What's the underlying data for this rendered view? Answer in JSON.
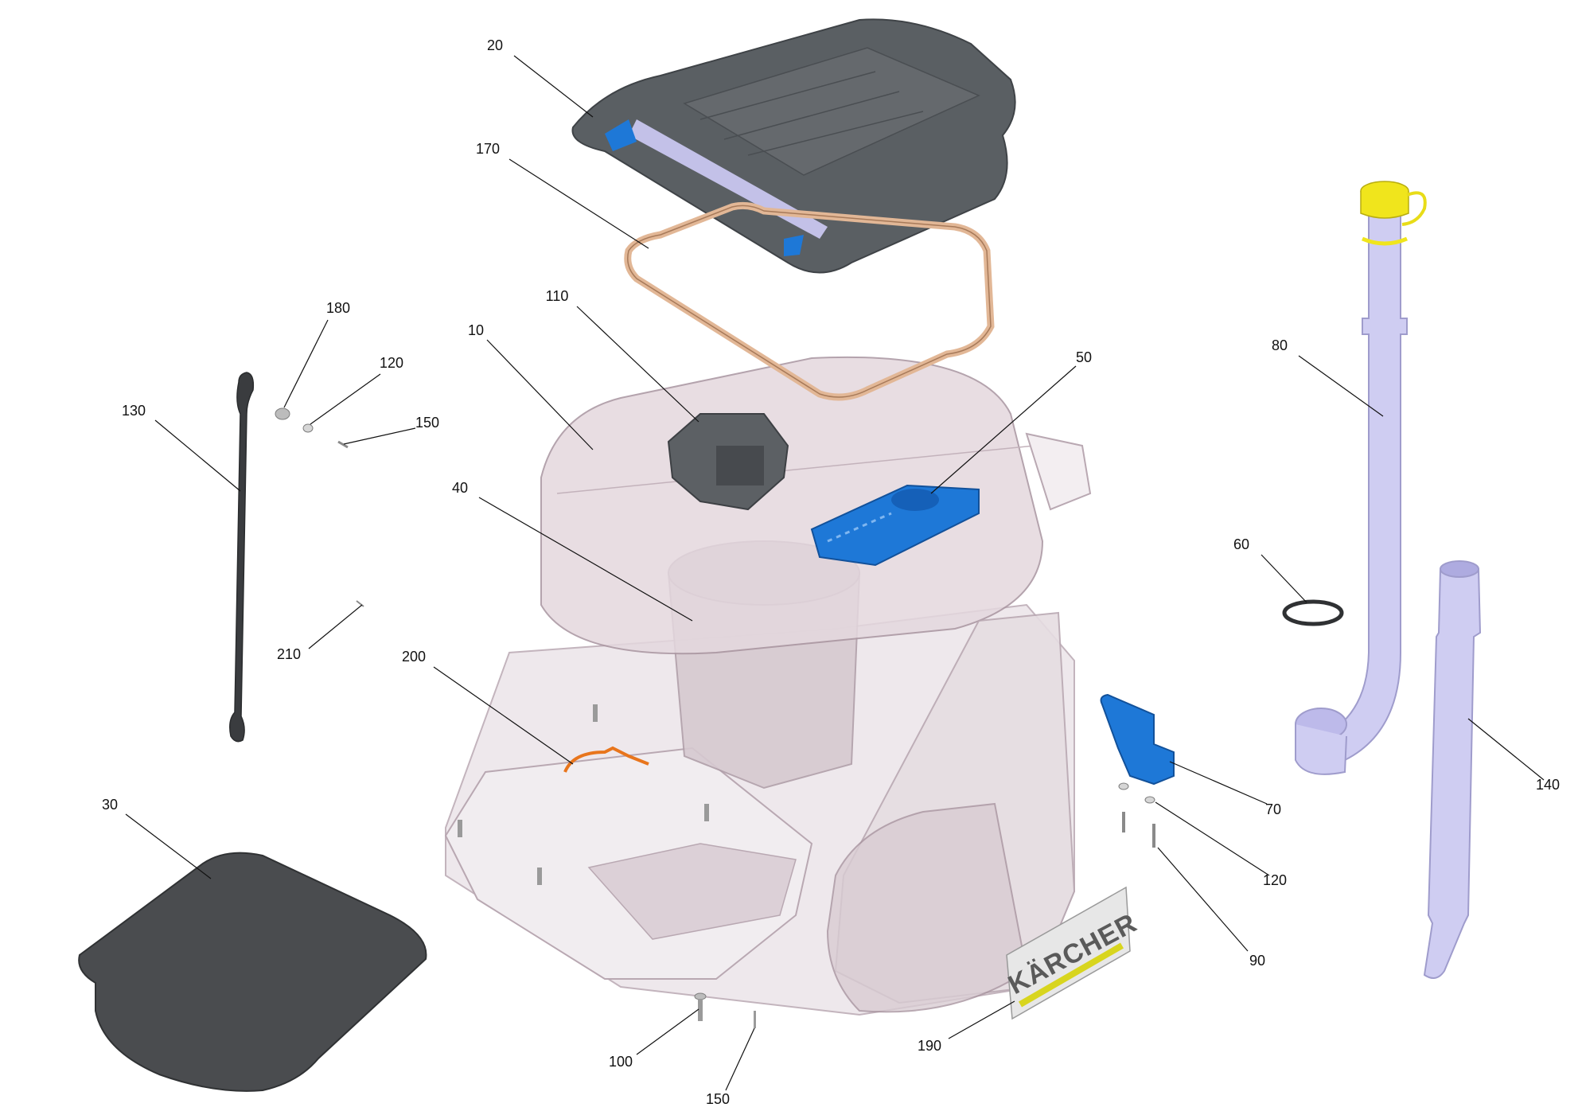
{
  "diagram": {
    "type": "exploded-parts-view",
    "brand_plate_text": "KÄRCHER",
    "colors": {
      "background": "#ffffff",
      "housing": "#e8dfe4",
      "housing_edge": "#b9a8b2",
      "dark_grey_part": "#555a5e",
      "cushion": "#4a4c4f",
      "blue_part": "#1e78d7",
      "lavender_tube": "#cfcdf2",
      "yellow_cap": "#f0e51c",
      "gasket": "#e2b796",
      "orange_hose": "#e8751c",
      "label_yellow": "#d8d51e"
    },
    "callouts": [
      {
        "id": "c20",
        "label": "20"
      },
      {
        "id": "c170",
        "label": "170"
      },
      {
        "id": "c180",
        "label": "180"
      },
      {
        "id": "c120a",
        "label": "120"
      },
      {
        "id": "c150a",
        "label": "150"
      },
      {
        "id": "c130",
        "label": "130"
      },
      {
        "id": "c110",
        "label": "110"
      },
      {
        "id": "c10",
        "label": "10"
      },
      {
        "id": "c50",
        "label": "50"
      },
      {
        "id": "c40",
        "label": "40"
      },
      {
        "id": "c210",
        "label": "210"
      },
      {
        "id": "c200",
        "label": "200"
      },
      {
        "id": "c30",
        "label": "30"
      },
      {
        "id": "c80",
        "label": "80"
      },
      {
        "id": "c60",
        "label": "60"
      },
      {
        "id": "c140",
        "label": "140"
      },
      {
        "id": "c70",
        "label": "70"
      },
      {
        "id": "c120b",
        "label": "120"
      },
      {
        "id": "c90",
        "label": "90"
      },
      {
        "id": "c190",
        "label": "190"
      },
      {
        "id": "c100",
        "label": "100"
      },
      {
        "id": "c150b",
        "label": "150"
      }
    ]
  }
}
